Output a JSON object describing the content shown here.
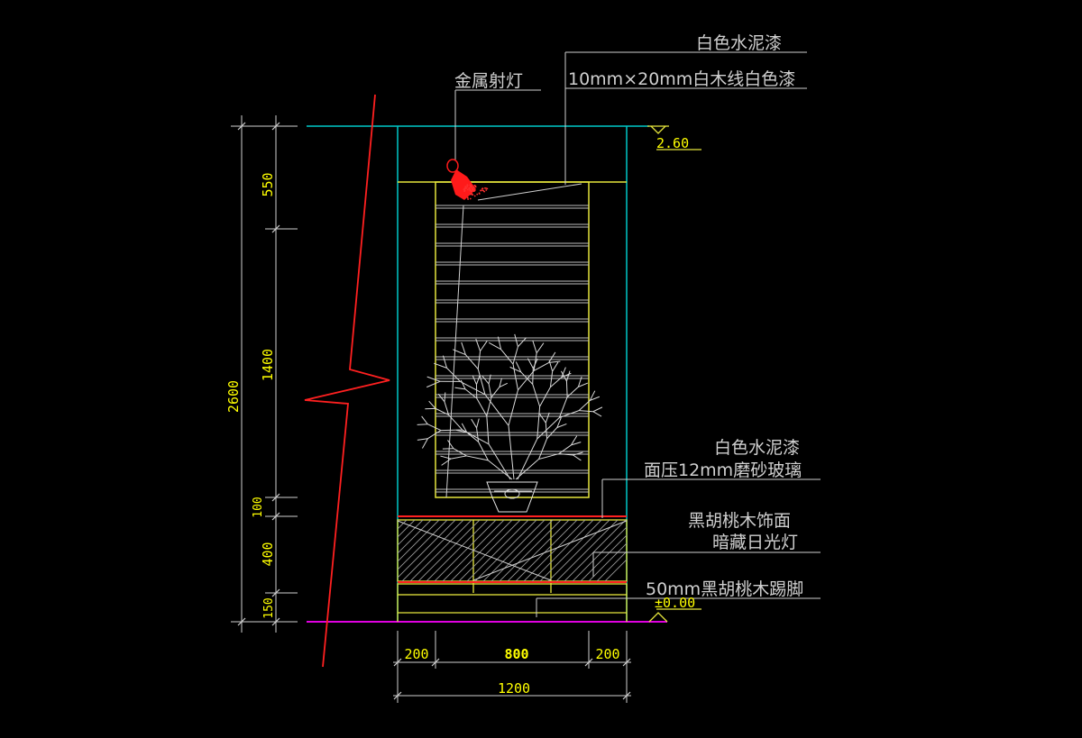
{
  "colors": {
    "background": "#000000",
    "annotation": "#cfcfcf",
    "dimension": "#ffff00",
    "outline": "#00c8c8",
    "panel": "#e6e63c",
    "grid": "#bdbdbd",
    "cut": "#ff2020",
    "floor": "#e000e0",
    "light": "#ff1a1a",
    "plant": "#d9d9d9",
    "dimline": "#d0d0d0"
  },
  "labels": {
    "top_1": "白色水泥漆",
    "top_2": "10mm×20mm白木线白色漆",
    "lamp": "金属射灯",
    "mid_1": "白色水泥漆",
    "mid_2": "面压12mm磨砂玻璃",
    "cab_1": "黑胡桃木饰面",
    "cab_2": "暗藏日光灯",
    "kick": "50mm黑胡桃木踢脚"
  },
  "levels": {
    "top": "2.60",
    "floor": "±0.00"
  },
  "dimensions": {
    "total_height": "2600",
    "segments": [
      "550",
      "1400",
      "100",
      "400",
      "150"
    ],
    "widths": [
      "200",
      "800",
      "200"
    ],
    "total_width": "1200"
  }
}
